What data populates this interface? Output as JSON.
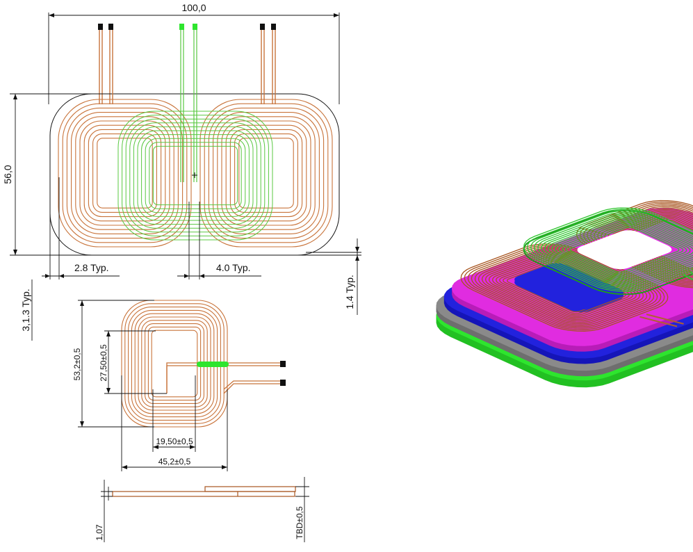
{
  "top_view": {
    "dim_width": "100,0",
    "dim_height": "56,0",
    "dim_outer_gap": "2.8  Typ.",
    "dim_center_gap": "4.0  Typ.",
    "dim_offset_left": "3,1.3  Typ.",
    "dim_offset_right": "1.4  Typ."
  },
  "single_coil": {
    "dim_outer_height": "53,2±0,5",
    "dim_inner_height": "27,50±0,5",
    "dim_inner_width": "19,50±0,5",
    "dim_outer_width": "45,2±0,5"
  },
  "side_view": {
    "dim_thickness": "1,07",
    "dim_total": "TBD±0,5"
  },
  "colors": {
    "copper": "#c8733a",
    "copper_dark": "#a85520",
    "coil_green": "#58c840",
    "layer_green": "#2ee52e",
    "layer_gray": "#8a8a8a",
    "layer_blue": "#2222dd",
    "layer_magenta": "#e02ce0"
  }
}
